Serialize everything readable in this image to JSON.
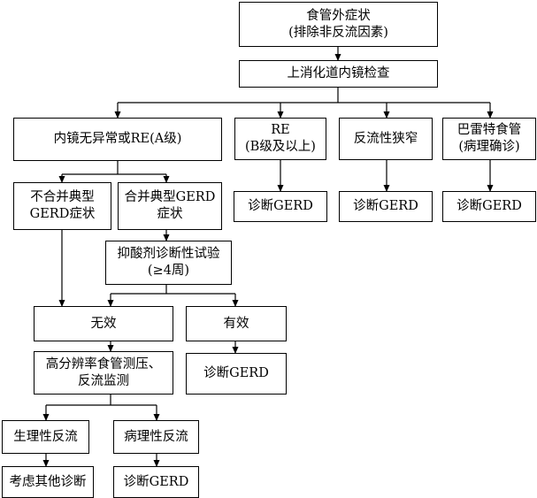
{
  "nodes": {
    "symptoms": {
      "line1": "食管外症状",
      "line2": "(排除非反流因素)"
    },
    "endoscopy": {
      "label": "上消化道内镜检查"
    },
    "normal": {
      "label": "内镜无异常或RE(A级)"
    },
    "re": {
      "line1": "RE",
      "line2": "(B级及以上)"
    },
    "stricture": {
      "label": "反流性狭窄"
    },
    "barrett": {
      "line1": "巴雷特食管",
      "line2": "(病理确诊)"
    },
    "diag_re": {
      "label": "诊断GERD"
    },
    "diag_stricture": {
      "label": "诊断GERD"
    },
    "diag_barrett": {
      "label": "诊断GERD"
    },
    "no_typical": {
      "line1": "不合并典型",
      "line2": "GERD症状"
    },
    "with_typical": {
      "line1": "合并典型GERD",
      "line2": "症状"
    },
    "ppi_test": {
      "line1": "抑酸剂诊断性试验",
      "line2": "(≥4周)"
    },
    "ineffective": {
      "label": "无效"
    },
    "effective": {
      "label": "有效"
    },
    "diag_effective": {
      "label": "诊断GERD"
    },
    "monitoring": {
      "line1": "高分辨率食管测压、",
      "line2": "反流监测"
    },
    "physiologic": {
      "label": "生理性反流"
    },
    "pathologic": {
      "label": "病理性反流"
    },
    "other_diag": {
      "label": "考虑其他诊断"
    },
    "diag_pathologic": {
      "label": "诊断GERD"
    }
  }
}
